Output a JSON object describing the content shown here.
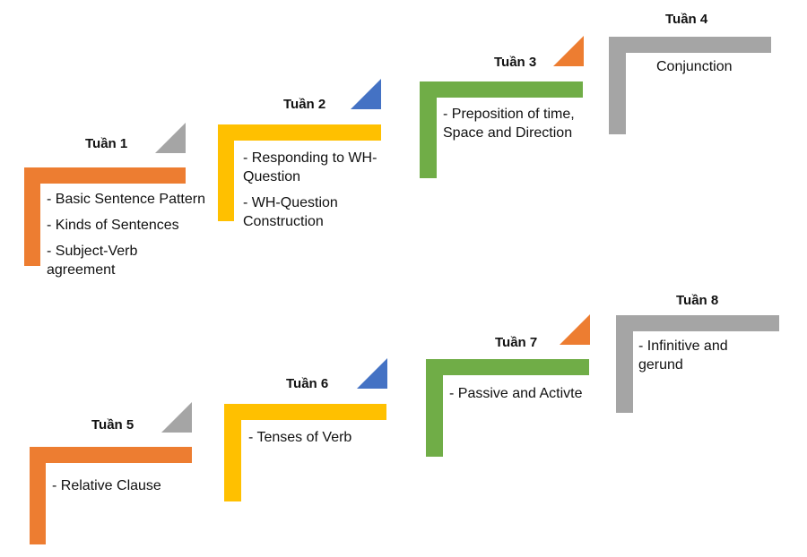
{
  "colors": {
    "orange": "#ED7D31",
    "gray": "#A5A5A5",
    "yellow": "#FFC000",
    "blue": "#4472C4",
    "green": "#70AD47"
  },
  "weeks": [
    {
      "title": "Tuần 1",
      "items": [
        "- Basic Sentence Pattern",
        "- Kinds of Sentences",
        "- Subject-Verb agreement"
      ]
    },
    {
      "title": "Tuần 2",
      "items": [
        "- Responding to WH-Question",
        "-  WH-Question Construction"
      ]
    },
    {
      "title": "Tuần 3",
      "items": [
        "-  Preposition of time, Space and Direction"
      ]
    },
    {
      "title": "Tuần 4",
      "items": [
        "Conjunction"
      ]
    },
    {
      "title": "Tuần 5",
      "items": [
        "-  Relative Clause"
      ]
    },
    {
      "title": "Tuần 6",
      "items": [
        "- Tenses of Verb"
      ]
    },
    {
      "title": "Tuần 7",
      "items": [
        "-  Passive and Activte"
      ]
    },
    {
      "title": "Tuần 8",
      "items": [
        "- Infinitive and gerund"
      ]
    }
  ]
}
